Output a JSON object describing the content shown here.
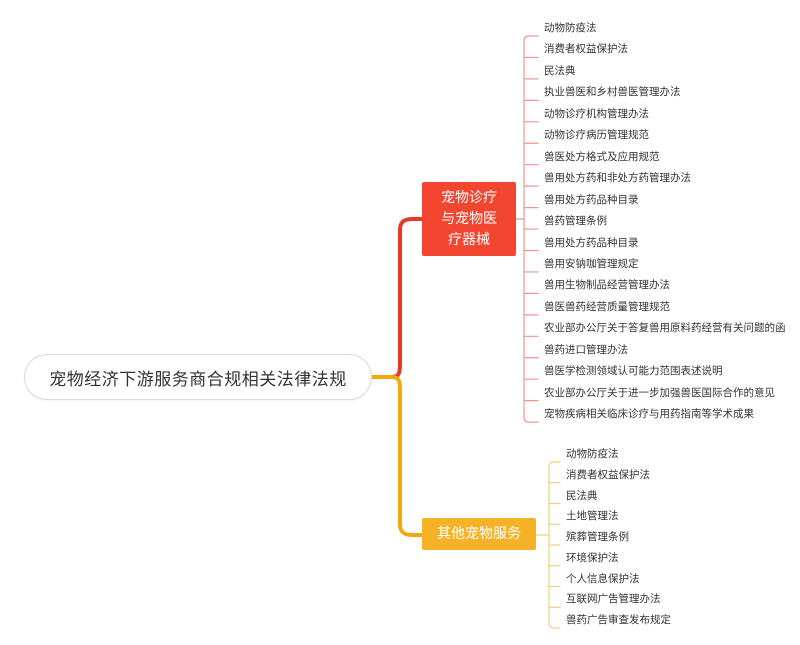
{
  "colors": {
    "branch_1": "#f24630",
    "branch_2": "#f6b227",
    "root_link_1": "#e8382b",
    "root_link_2": "#f5a80e",
    "leaf_link_1": "#f0968d",
    "leaf_link_2": "#f5cf80"
  },
  "root": {
    "label": "宠物经济下游服务商合规相关法律法规"
  },
  "branches": [
    {
      "label": "宠物诊疗与宠物医疗器械",
      "lines": [
        "宠物诊疗",
        "与宠物医",
        "疗器械"
      ],
      "leaves": [
        "动物防疫法",
        "消费者权益保护法",
        "民法典",
        "执业兽医和乡村兽医管理办法",
        "动物诊疗机构管理办法",
        "动物诊疗病历管理规范",
        "兽医处方格式及应用规范",
        "兽用处方药和非处方药管理办法",
        "兽用处方药品种目录",
        "兽药管理条例",
        "兽用处方药品种目录",
        "兽用安钠咖管理规定",
        "兽用生物制品经营管理办法",
        "兽医兽药经营质量管理规范",
        "农业部办公厅关于答复兽用原料药经营有关问题的函",
        "兽药进口管理办法",
        "兽医学检测领域认可能力范围表述说明",
        "农业部办公厅关于进一步加强兽医国际合作的意见",
        "宠物疾病相关临床诊疗与用药指南等学术成果"
      ]
    },
    {
      "label": "其他宠物服务",
      "lines": [
        "其他宠物服务"
      ],
      "leaves": [
        "动物防疫法",
        "消费者权益保护法",
        "民法典",
        "土地管理法",
        "殡葬管理条例",
        "环境保护法",
        "个人信息保护法",
        "互联网广告管理办法",
        "兽药广告审查发布规定"
      ]
    }
  ]
}
